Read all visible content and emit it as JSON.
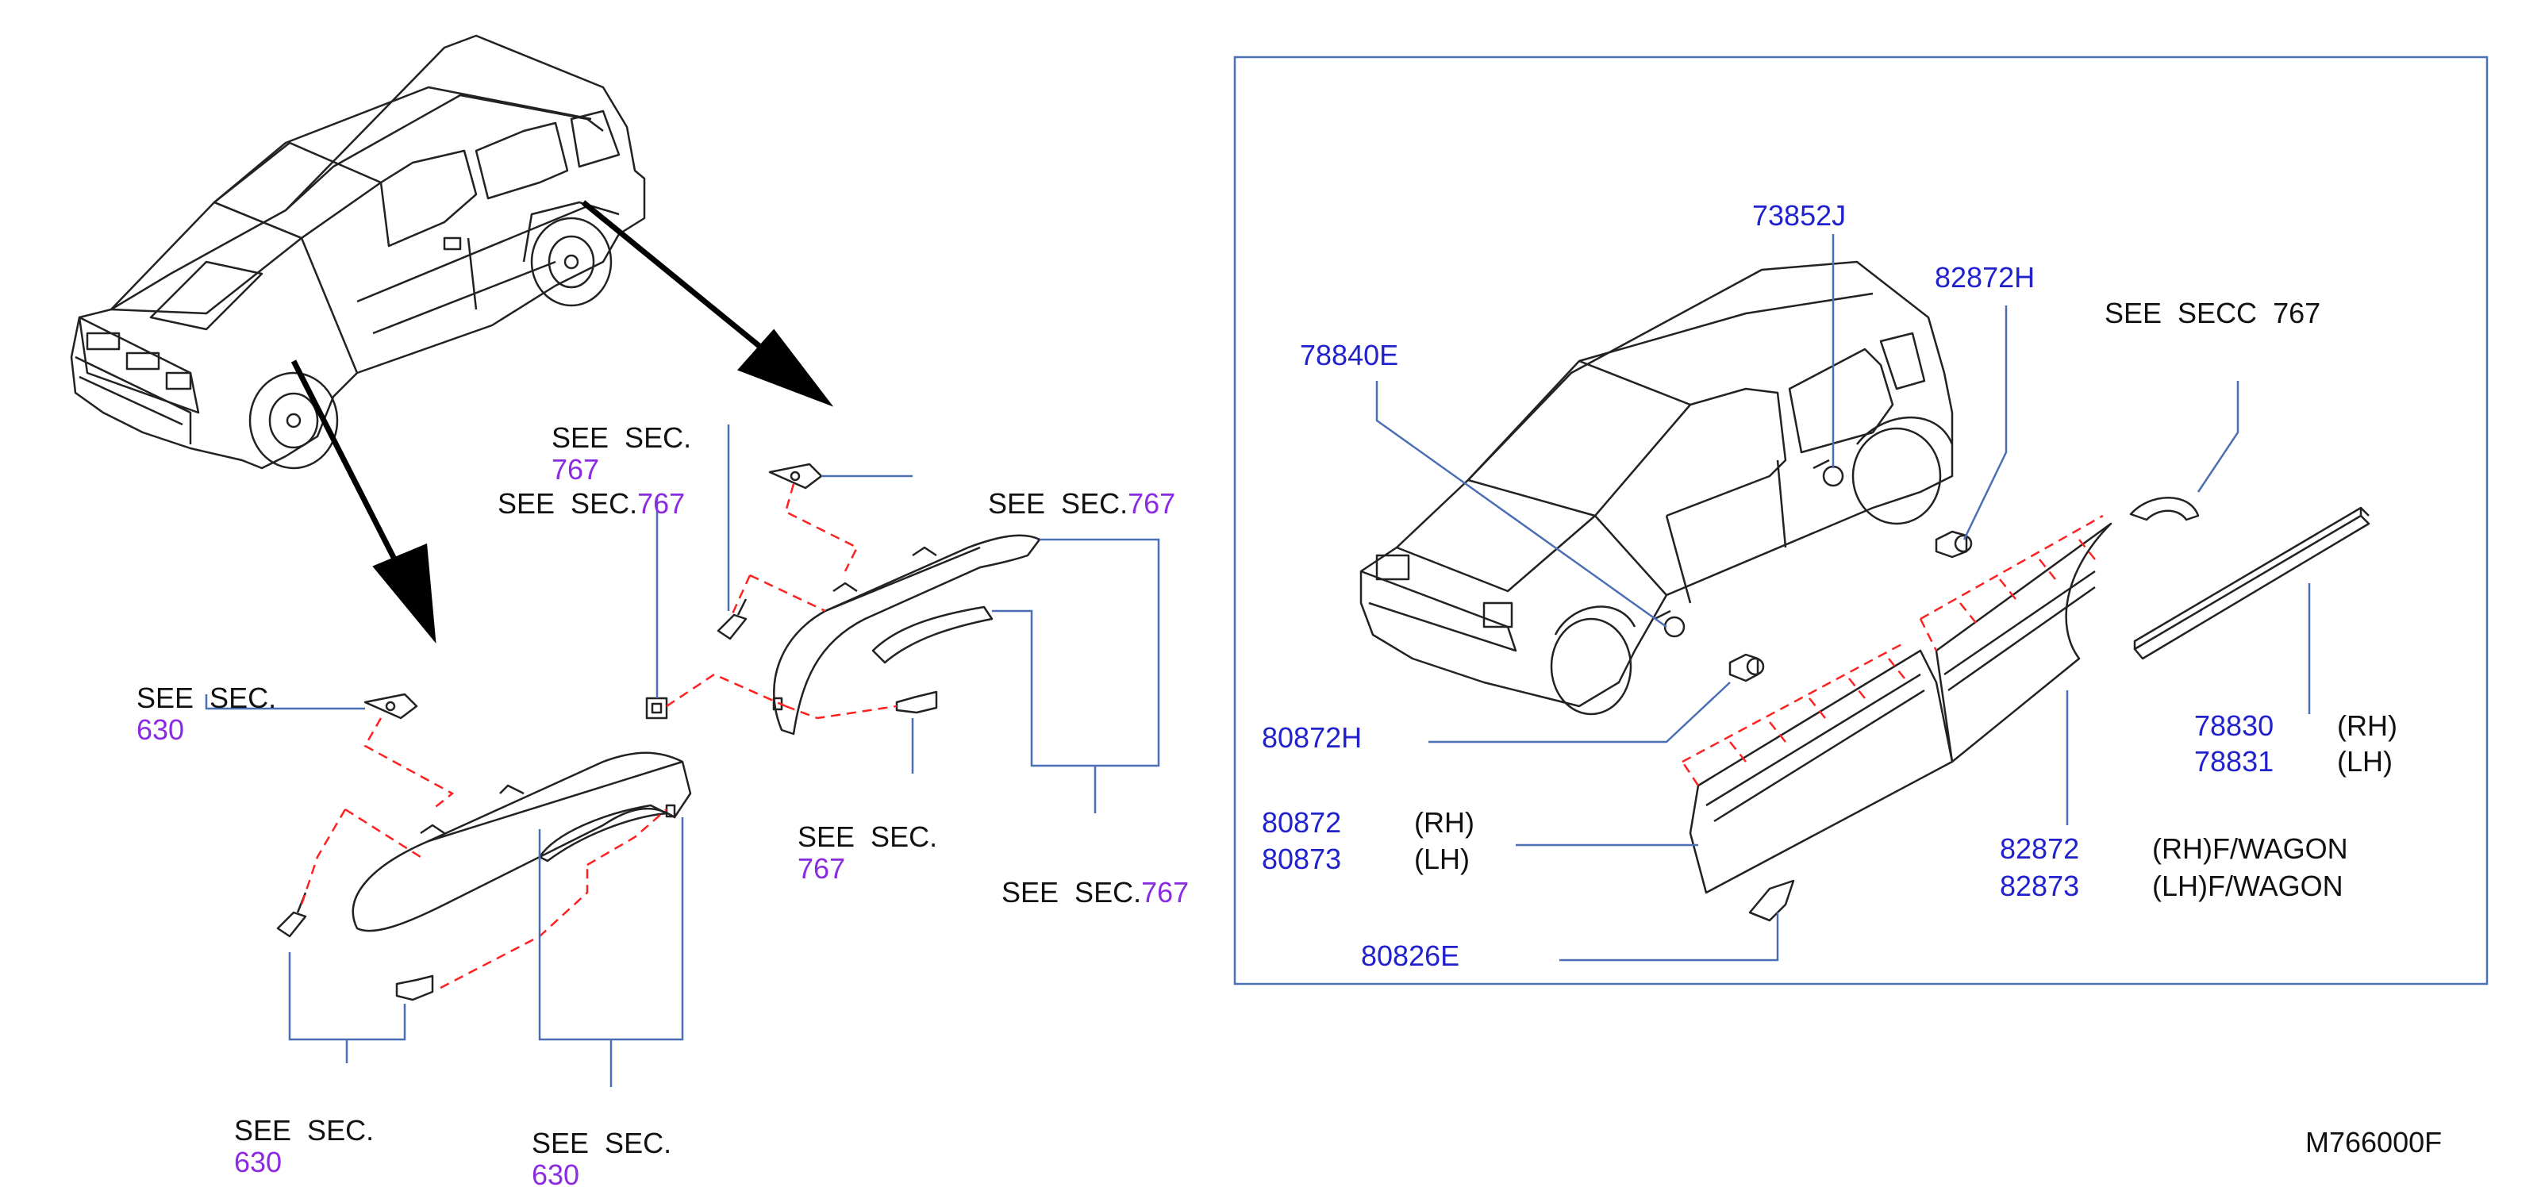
{
  "colors": {
    "part_number": "#2222cc",
    "section_number": "#8a2be2",
    "leader": "#4a6fb5",
    "dashed": "#ff2020",
    "drawing": "#222222"
  },
  "left": {
    "see_630_top": {
      "prefix": "SEE  SEC.",
      "num": "630"
    },
    "see_630_bottom_left": {
      "prefix": "SEE  SEC.",
      "num": "630"
    },
    "see_630_bottom_right": {
      "prefix": "SEE  SEC.",
      "num": "630"
    },
    "see_767_a": {
      "prefix": "SEE  SEC.",
      "num": "767"
    },
    "see_767_b": {
      "prefix": "SEE  SEC.",
      "num": "767"
    },
    "see_767_c": {
      "prefix": "SEE  SEC.",
      "num": "767"
    },
    "see_767_d": {
      "prefix": "SEE  SEC.",
      "num": "767"
    },
    "see_767_e": {
      "prefix": "SEE  SEC.",
      "num": "767"
    }
  },
  "right": {
    "p73852j": "73852J",
    "p82872h": "82872H",
    "p78840e": "78840E",
    "see_secc": "SEE  SECC  767",
    "p80872h": "80872H",
    "p78830": "78830",
    "p78831": "78831",
    "rh": "(RH)",
    "lh": "(LH)",
    "p80872": "80872",
    "p80873": "80873",
    "rh2": "(RH)",
    "lh2": "(LH)",
    "p82872": "82872",
    "p82873": "82873",
    "rh_wagon": "(RH)F/WAGON",
    "lh_wagon": "(LH)F/WAGON",
    "p80826e": "80826E"
  },
  "figure_code": "M766000F"
}
